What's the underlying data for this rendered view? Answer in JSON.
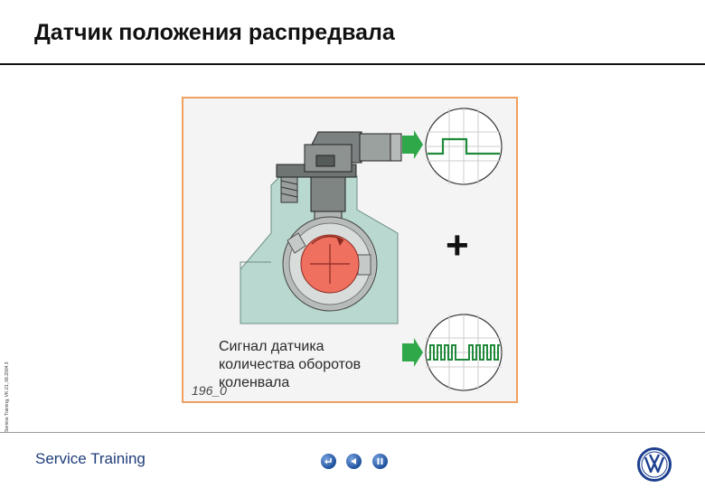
{
  "slide": {
    "title": "Датчик положения распредвала",
    "side_text": "Service Training, VK-21, 06.2004     3",
    "caption": "Сигнал датчика\nколичества оборотов\nколенвала",
    "image_code": "196_0",
    "plus_sign": "+"
  },
  "footer": {
    "brand": "Service Training"
  },
  "colors": {
    "frame_border": "#f0a060",
    "signal_green": "#1f8a3a",
    "rotor_red": "#f07060",
    "housing_green": "#b9d9d0",
    "footer_blue": "#1f3d7a"
  },
  "icons": {
    "back": "return-arrow-icon",
    "prev": "left-triangle-icon",
    "pause": "pause-icon",
    "logo": "volkswagen-logo-icon"
  }
}
